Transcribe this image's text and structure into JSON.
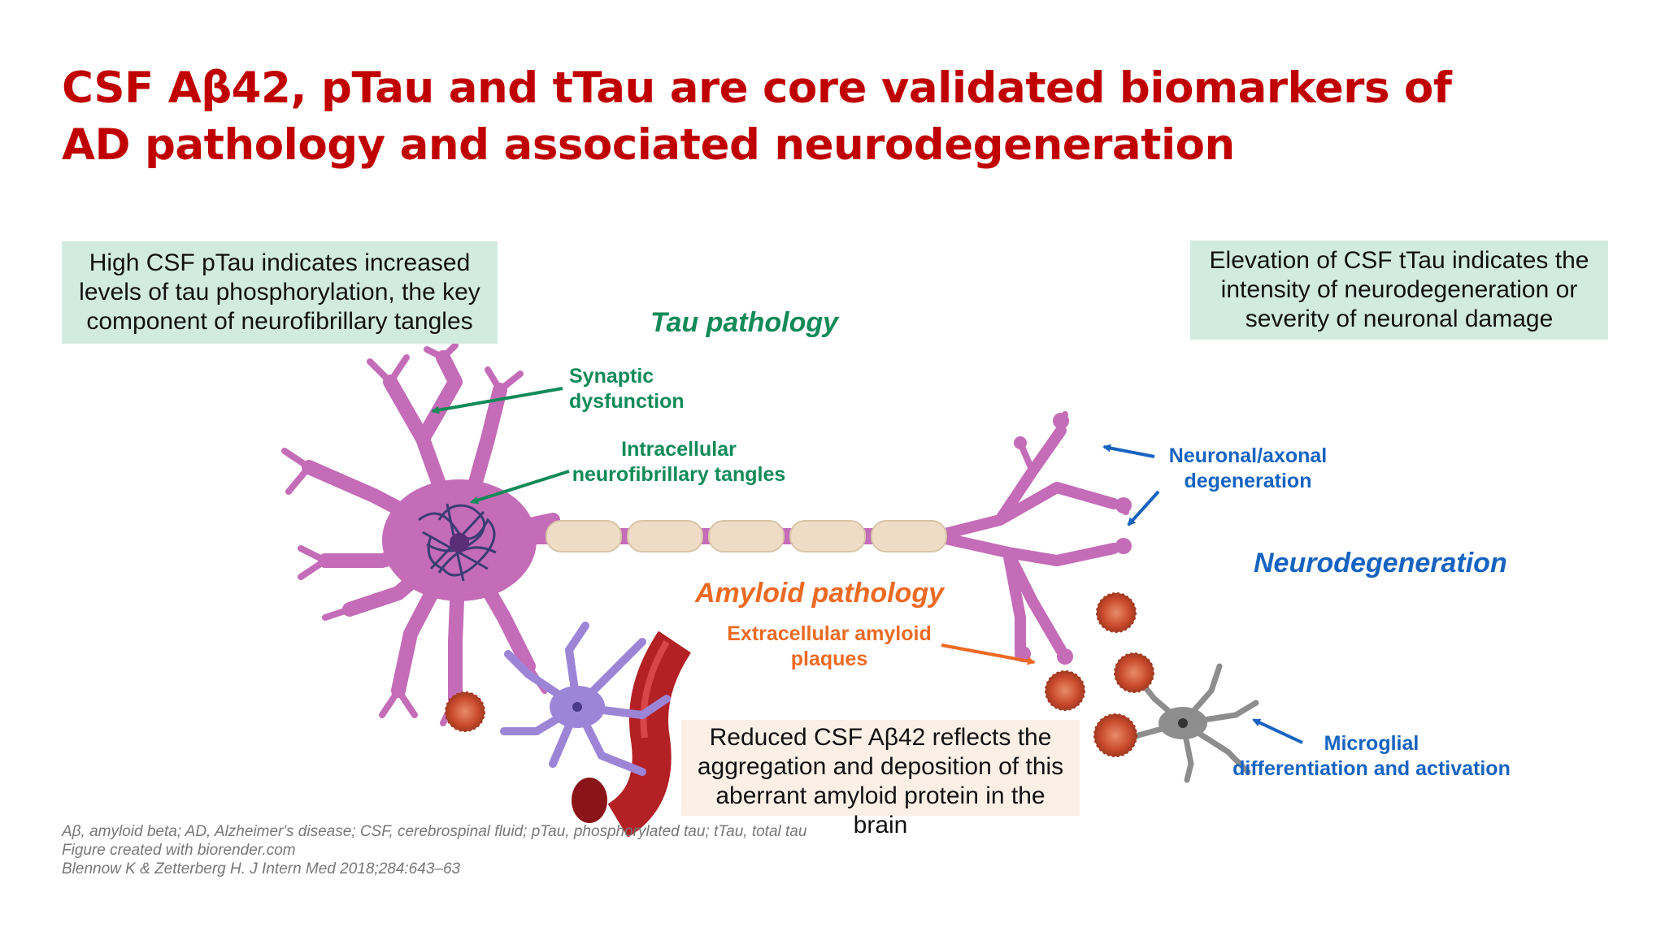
{
  "title": {
    "line1": "CSF Aβ42, pTau and tTau are core validated biomarkers of",
    "line2": "AD pathology and associated neurodegeneration"
  },
  "boxes": {
    "ptau": "High CSF pTau indicates increased levels of tau phosphorylation, the key component of neurofibrillary tangles",
    "ttau": "Elevation of CSF tTau indicates the intensity of neurodegeneration or severity of neuronal damage",
    "abeta": "Reduced CSF Aβ42 reflects the aggregation and deposition of this aberrant amyloid protein in the brain"
  },
  "labels": {
    "tau_pathology": "Tau pathology",
    "synaptic_1": "Synaptic",
    "synaptic_2": "dysfunction",
    "tangles_1": "Intracellular",
    "tangles_2": "neurofibrillary tangles",
    "axonal_1": "Neuronal/axonal",
    "axonal_2": "degeneration",
    "neurodegeneration": "Neurodegeneration",
    "amyloid_pathology": "Amyloid pathology",
    "plaques_1": "Extracellular amyloid",
    "plaques_2": "plaques",
    "microglia_1": "Microglial",
    "microglia_2": "differentiation and activation"
  },
  "footer": {
    "line1": "Aβ, amyloid beta; AD, Alzheimer's disease; CSF, cerebrospinal fluid; pTau, phosphorylated tau; tTau, total tau",
    "line2": "Figure created with biorender.com",
    "line3": "Blennow K & Zetterberg H. J Intern Med 2018;284:643–63"
  },
  "colors": {
    "title": "#c00000",
    "green": "#128a58",
    "blue": "#1763c0",
    "orange": "#ec6a23",
    "neuron": "#c46cb8",
    "myelin": "#efdcc6",
    "plaque": "#c94a2c",
    "vessel": "#b32125",
    "astrocyte": "#9c84d6",
    "microglia": "#8d8d8d"
  }
}
